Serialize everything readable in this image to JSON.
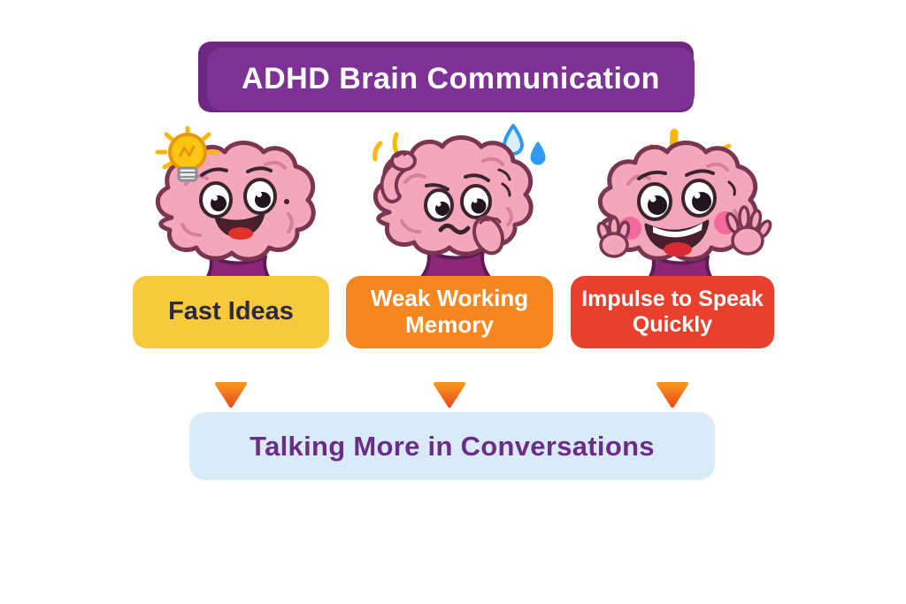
{
  "title": {
    "text": "ADHD Brain Communication",
    "bg": "#7D3295",
    "bg_shadow": "#6C2883",
    "text_color": "#FFFFFF"
  },
  "columns": [
    {
      "label": "Fast Ideas",
      "box_bg": "#F9C93C",
      "label_color": "#2A2940",
      "illustration": "happy-brain-with-lightbulb"
    },
    {
      "label": "Weak Working Memory",
      "box_bg": "#F6861F",
      "label_color": "#FFFFFF",
      "illustration": "worried-brain-sweating"
    },
    {
      "label": "Impulse to Speak Quickly",
      "box_bg": "#E8402D",
      "label_color": "#FFFFFF",
      "illustration": "excited-brain-shouting"
    }
  ],
  "arrows": {
    "gradient_top": "#F7941D",
    "gradient_bottom": "#EA4E1D"
  },
  "result": {
    "text": "Talking More in Conversations",
    "bg": "#D9EBF9",
    "text_color": "#6B2D86"
  },
  "palette": {
    "brain_pink": "#F4A6BB",
    "brain_outline": "#7A3550",
    "brain_fold": "#D5819C",
    "stem_purple": "#8C2677",
    "bulb_yellow": "#FBC513",
    "sweat_blue": "#2E9BF0",
    "accent_yellow": "#F7B70C"
  }
}
